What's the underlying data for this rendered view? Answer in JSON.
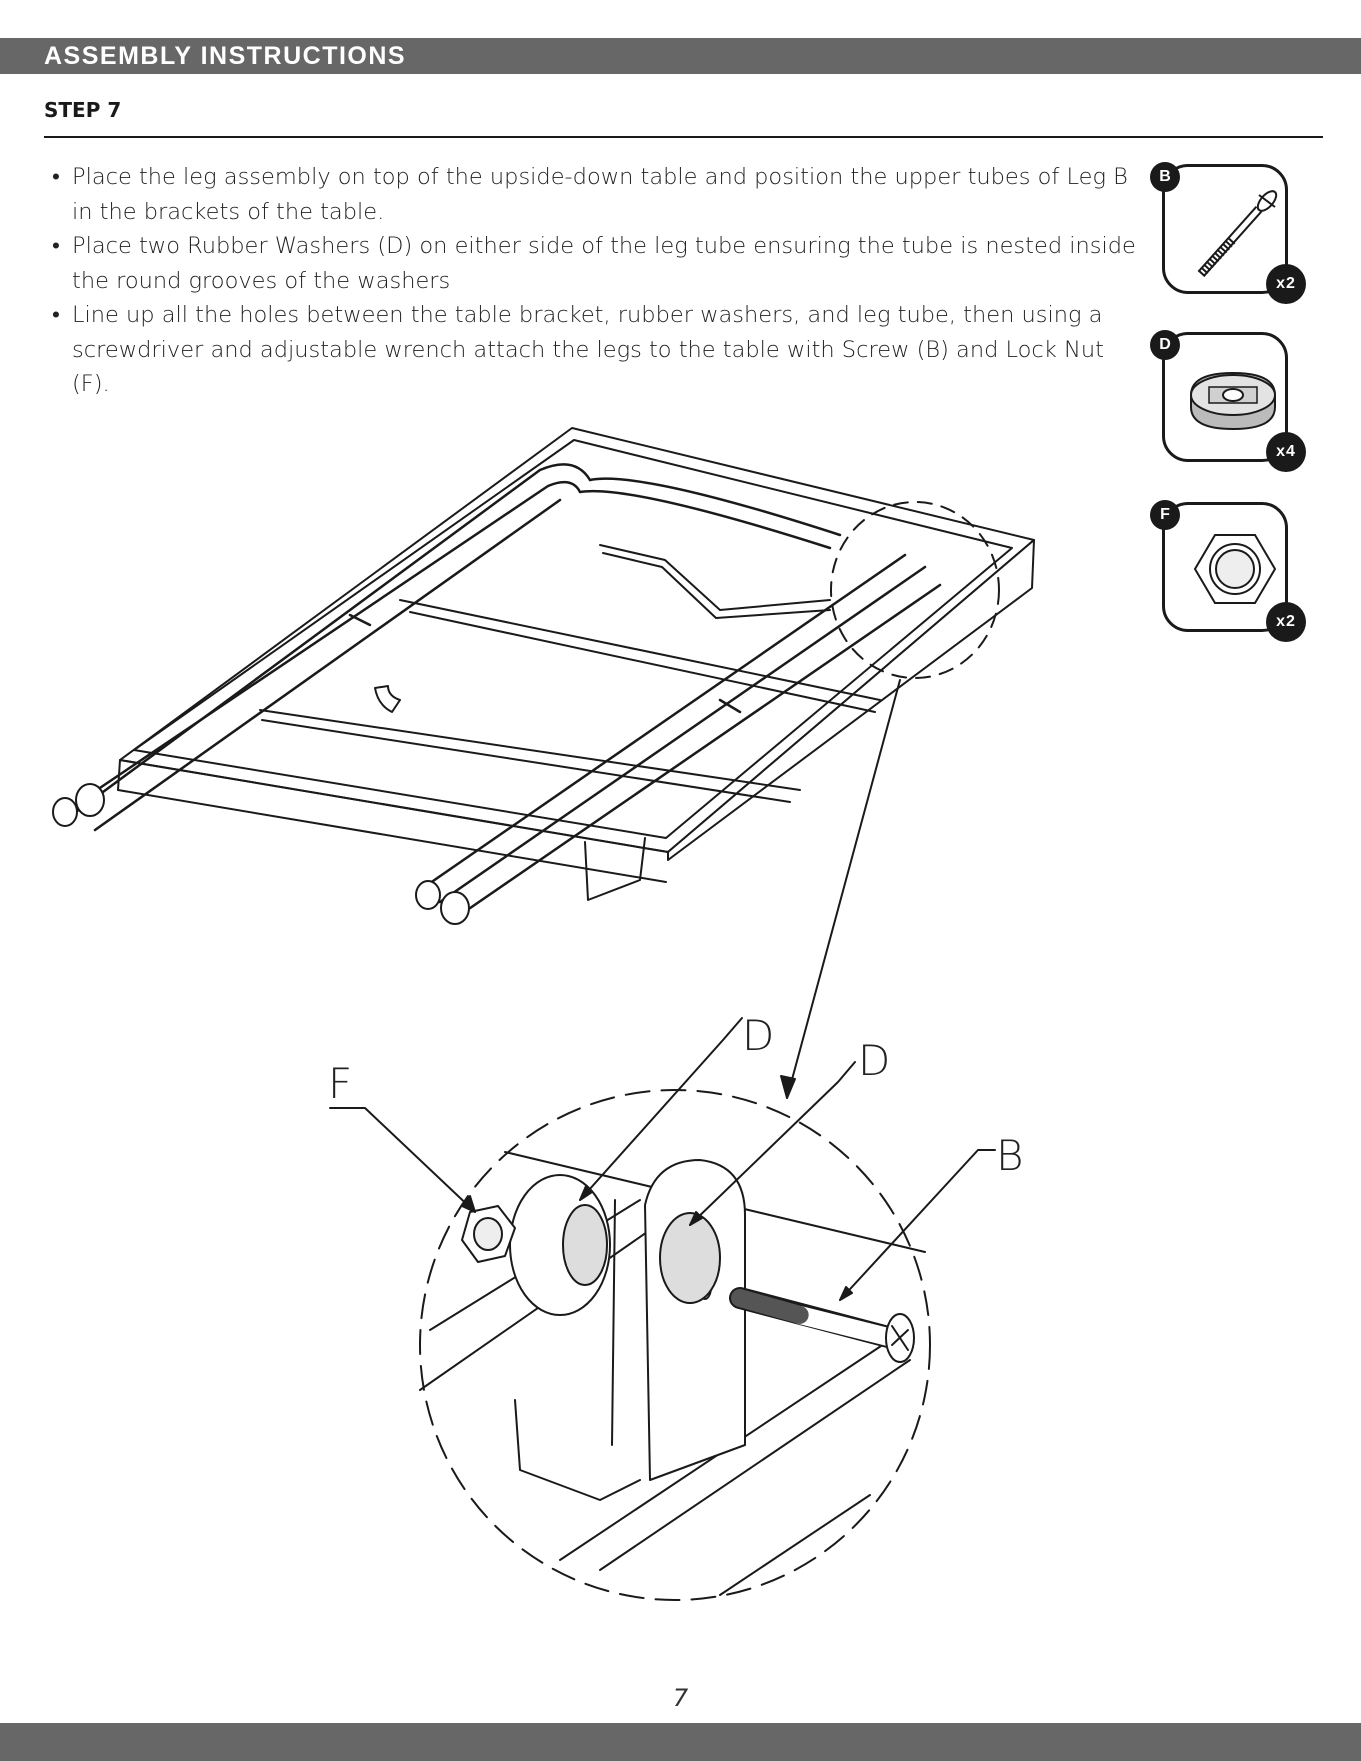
{
  "header": {
    "title": "ASSEMBLY INSTRUCTIONS"
  },
  "step": {
    "title": "STEP 7"
  },
  "instructions": [
    {
      "line1": "Place the leg assembly on top of the upside-down table and position the upper tubes of Leg B",
      "line2": "in the brackets of the table."
    },
    {
      "line1": "Place two Rubber Washers (D) on either side of the leg tube ensuring the tube is nested inside",
      "line2": "the round grooves of the washers"
    },
    {
      "line1": "Line up all the holes between the table bracket, rubber washers, and leg tube, then using a",
      "line2": "screwdriver and adjustable wrench attach the legs to the table with Screw (B) and Lock Nut (F)."
    }
  ],
  "bullet": "•",
  "hardware": [
    {
      "letter": "B",
      "qty": "x2",
      "icon": "screw-icon"
    },
    {
      "letter": "D",
      "qty": "x4",
      "icon": "rubber-washer-icon"
    },
    {
      "letter": "F",
      "qty": "x2",
      "icon": "lock-nut-icon"
    }
  ],
  "callouts": {
    "f": "F",
    "d1": "D",
    "d2": "D",
    "b": "B"
  },
  "footer": {
    "page_number": "7"
  }
}
